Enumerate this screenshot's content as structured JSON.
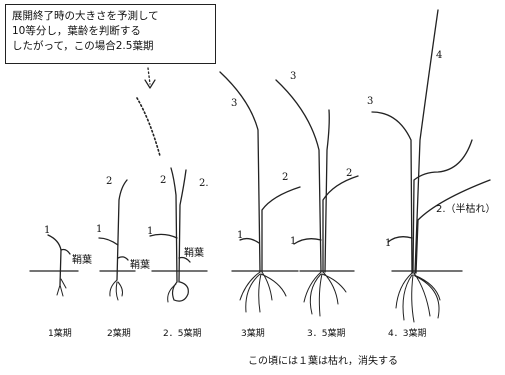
{
  "callout": {
    "lines": [
      "展開終了時の大きさを予測して",
      "10等分し，葉齢を判断する",
      "したがって，この場合2.5葉期"
    ]
  },
  "labels": {
    "leaf_1": "1",
    "leaf_2": "2",
    "leaf_2_dot": "2.",
    "leaf_3": "3",
    "leaf_4": "4",
    "half_withered": "2.（半枯れ）",
    "sheath": "鞘葉"
  },
  "stages": [
    "1葉期",
    "2葉期",
    "2．5葉期",
    "3葉期",
    "3．5葉期",
    "4．3葉期"
  ],
  "caption": "この頃には１葉は枯れ，消失する"
}
